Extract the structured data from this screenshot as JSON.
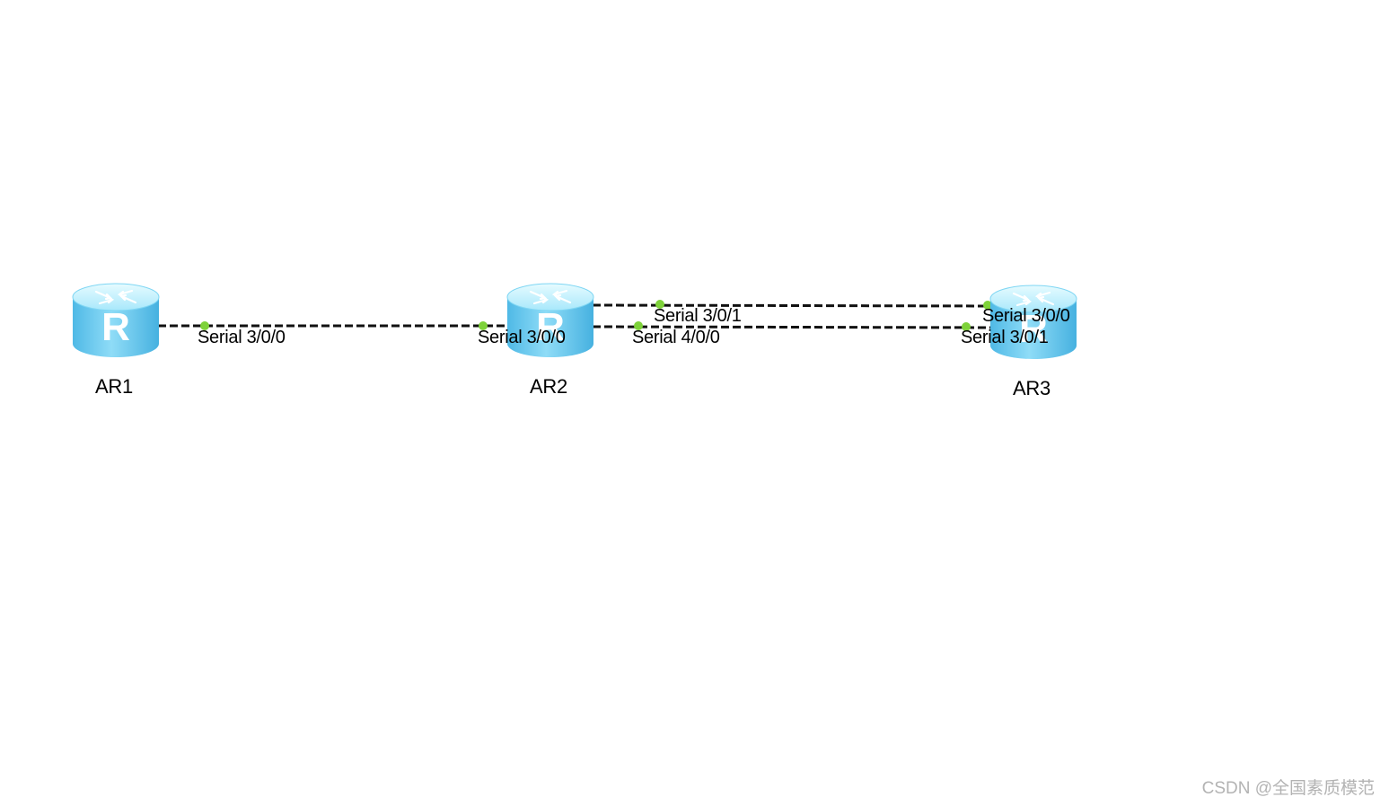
{
  "devices": [
    {
      "id": "ar1",
      "name": "AR1",
      "icon": "router-icon",
      "glyph": "R"
    },
    {
      "id": "ar2",
      "name": "AR2",
      "icon": "router-icon",
      "glyph": "R"
    },
    {
      "id": "ar3",
      "name": "AR3",
      "icon": "router-icon",
      "glyph": "R"
    }
  ],
  "links": [
    {
      "id": "ar1-ar2",
      "from": "AR1",
      "to": "AR2",
      "from_port": "Serial 3/0/0",
      "to_port": "Serial 3/0/0"
    },
    {
      "id": "ar2-ar3-a",
      "from": "AR2",
      "to": "AR3",
      "from_port": "Serial 3/0/1",
      "to_port": "Serial 3/0/0"
    },
    {
      "id": "ar2-ar3-b",
      "from": "AR2",
      "to": "AR3",
      "from_port": "Serial 4/0/0",
      "to_port": "Serial 3/0/1"
    }
  ],
  "watermark": "CSDN @全国素质模范",
  "colors": {
    "link": "#111111",
    "port_dot": "#7ed23a",
    "router_top": "#c8f2fd",
    "router_side": "#5fc8ef",
    "router_glyph": "#ffffff",
    "text": "#000000",
    "watermark": "#b3b3b3"
  }
}
